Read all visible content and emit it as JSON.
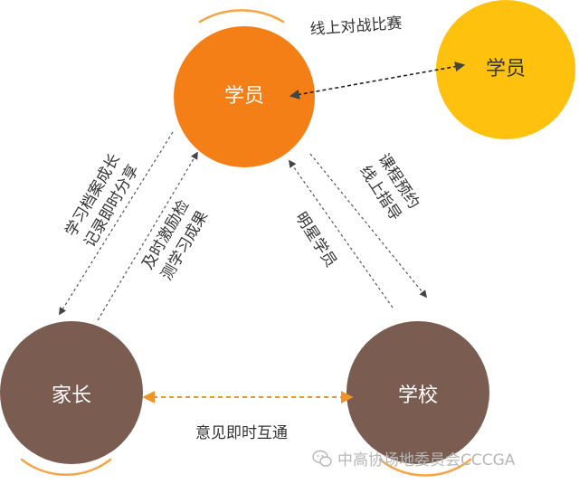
{
  "nodes": {
    "student_main": "学员",
    "student_remote": "学员",
    "parent": "家长",
    "school": "学校"
  },
  "edges": {
    "online_match": "线上对战比赛",
    "parent_share_line1": "学习档案成长",
    "parent_share_line2": "记录即时分享",
    "parent_feedback_line1": "及时激励检",
    "parent_feedback_line2": "测学习成果",
    "star_student": "明星学员",
    "course_line1": "课程预约",
    "course_line2": "线上指导",
    "instant_comm": "意见即时互通"
  },
  "watermark": "中高协场地委员会CCCGA",
  "colors": {
    "student_main": "#f57f17",
    "student_remote": "#fdc10e",
    "parent": "#7a5c51",
    "school": "#7a5c51",
    "arc": "#f7a444",
    "dashed_orange": "#f2932a",
    "dashed_gray": "#555555"
  },
  "icons": [
    "wechat-icon"
  ]
}
